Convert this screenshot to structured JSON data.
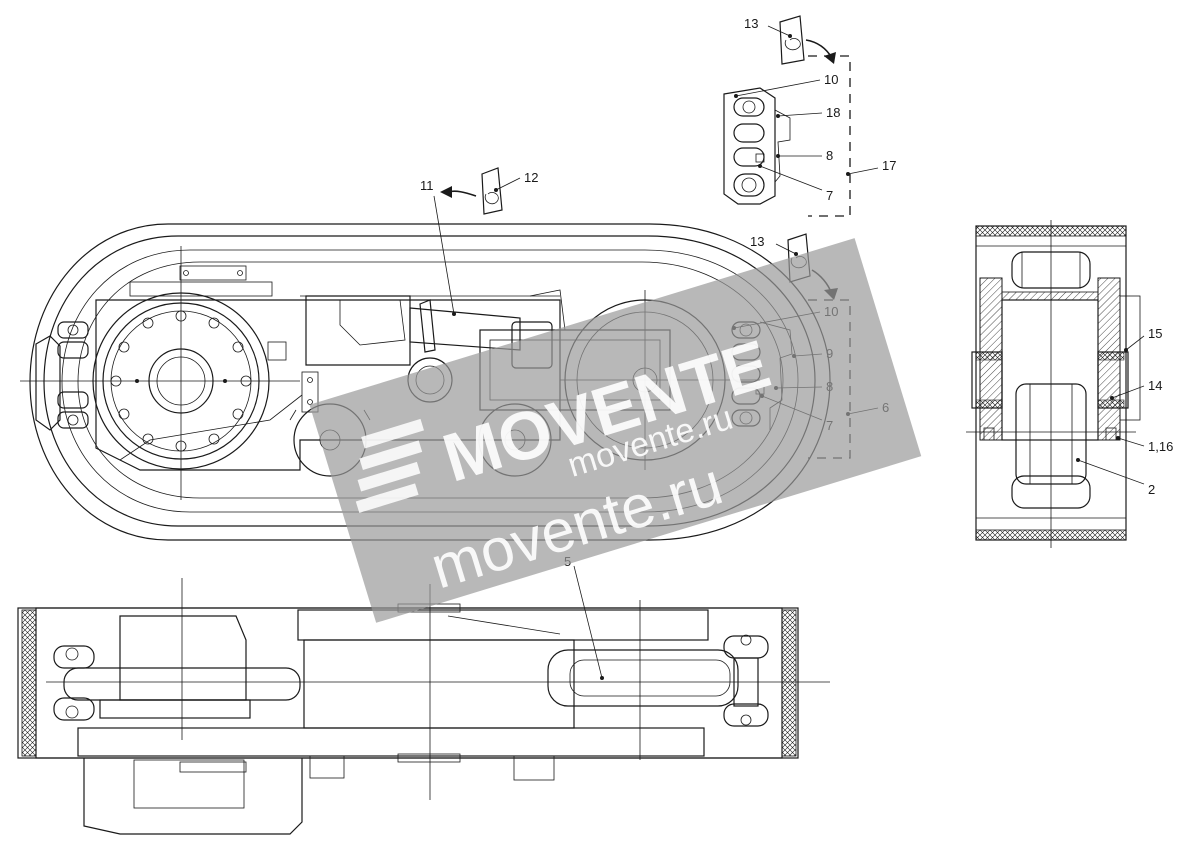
{
  "drawing": {
    "callouts": {
      "c13_top": "13",
      "c10_top": "10",
      "c18": "18",
      "c8_top": "8",
      "c17": "17",
      "c7_top": "7",
      "c11": "11",
      "c12": "12",
      "c13_mid": "13",
      "c10_mid": "10",
      "c9": "9",
      "c8_mid": "8",
      "c6": "6",
      "c7_mid": "7",
      "c15": "15",
      "c14": "14",
      "c1_16": "1,16",
      "c2": "2",
      "c5": "5"
    }
  },
  "watermark": {
    "logo": "MOVENTE",
    "url": "movente.ru",
    "caption": "movente.ru"
  }
}
